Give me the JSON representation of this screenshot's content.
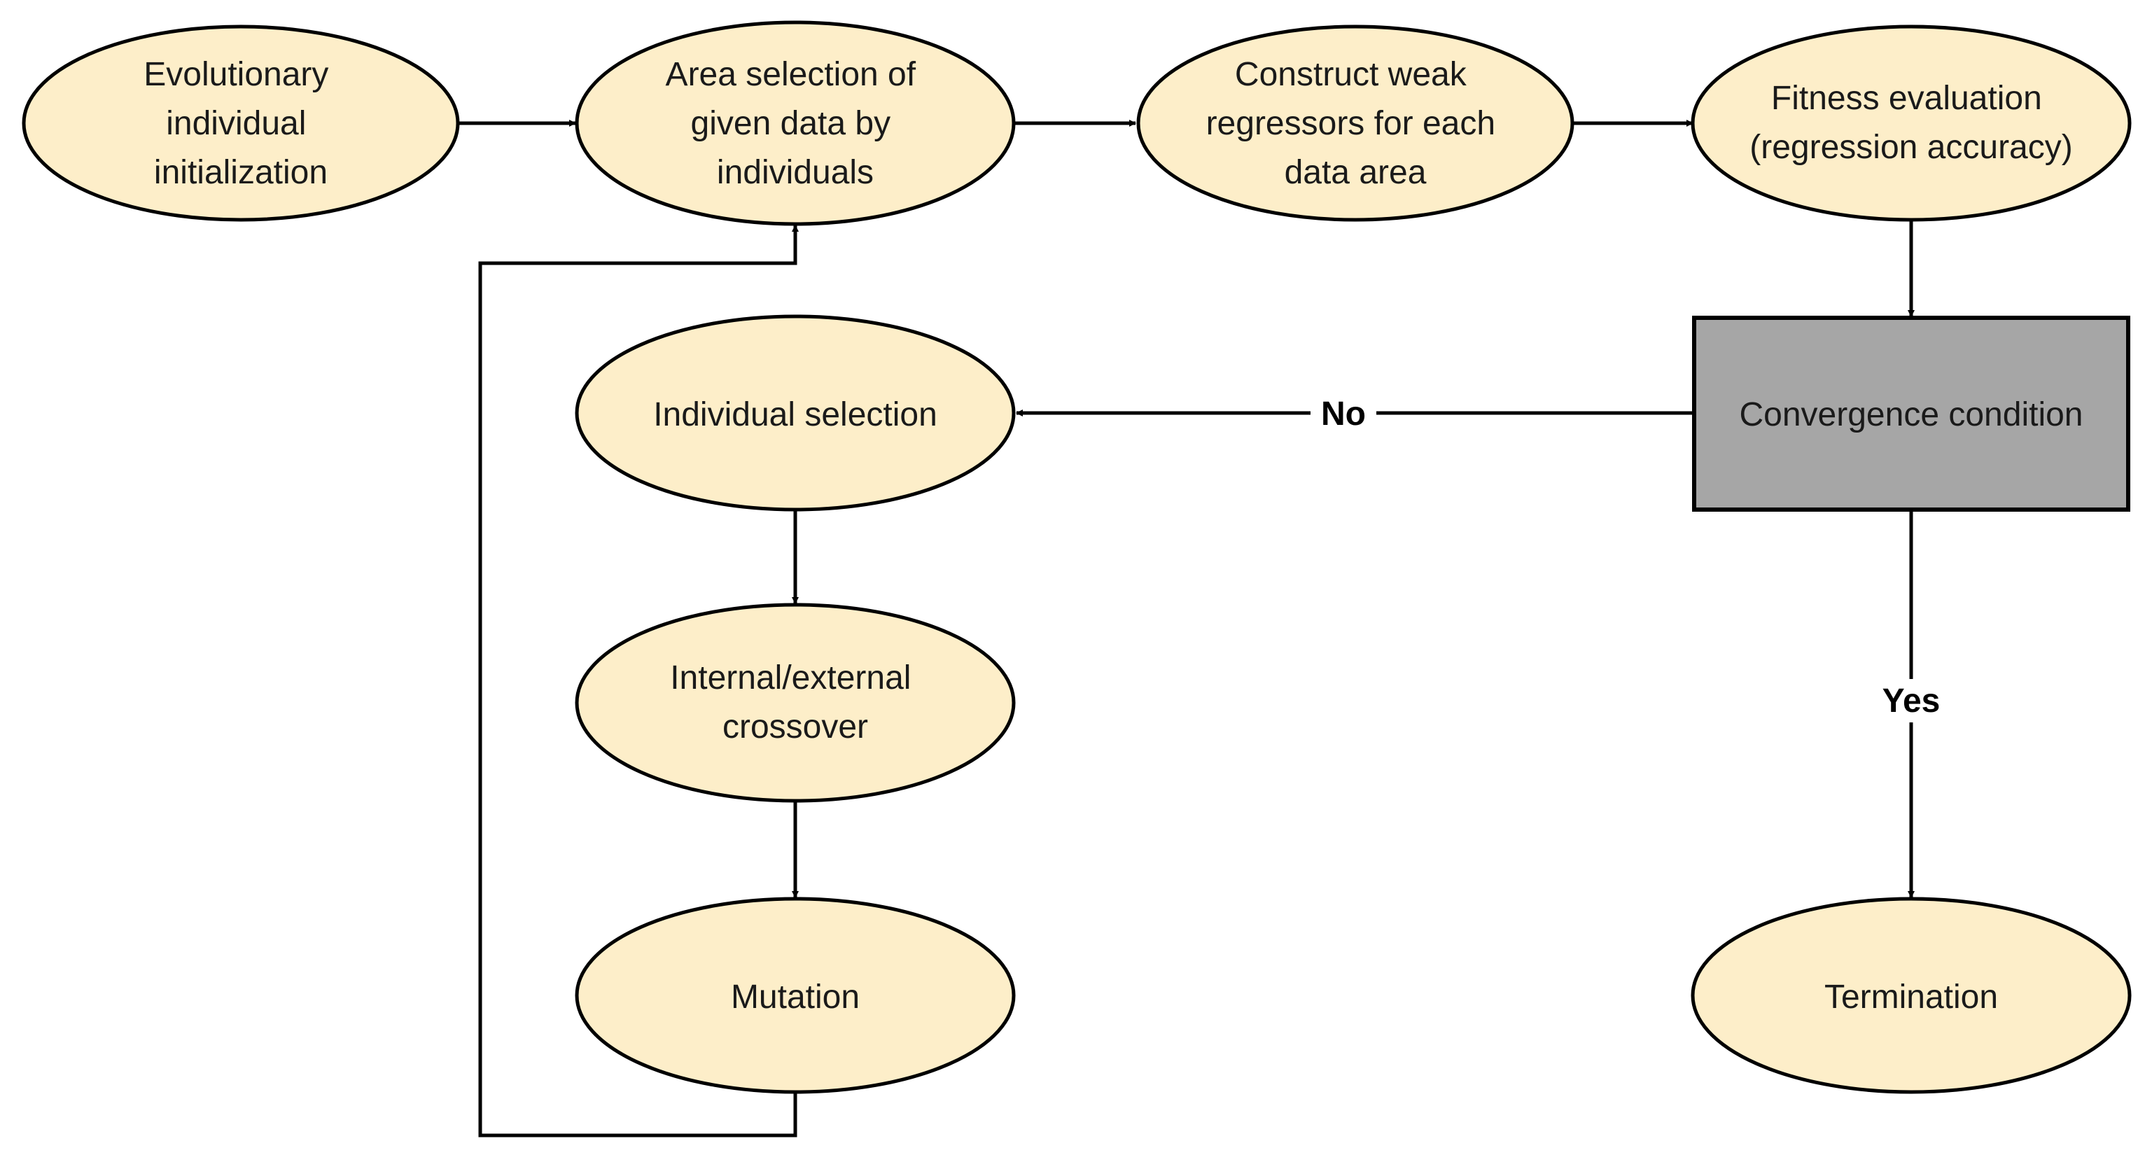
{
  "colors": {
    "ellipse_fill": "#fdeec9",
    "stroke": "#000000",
    "decision_fill": "#a6a6a6"
  },
  "nodes": {
    "init": [
      "Evolutionary",
      "individual",
      "initialization"
    ],
    "area": [
      "Area selection of",
      "given data by",
      "individuals"
    ],
    "construct": [
      "Construct weak",
      "regressors for each",
      "data area"
    ],
    "fitness": [
      "Fitness evaluation",
      "(regression accuracy)"
    ],
    "convergence": [
      "Convergence condition"
    ],
    "selection": [
      "Individual selection"
    ],
    "crossover": [
      "Internal/external",
      "crossover"
    ],
    "mutation": [
      "Mutation"
    ],
    "termination": [
      "Termination"
    ]
  },
  "edge_labels": {
    "no": "No",
    "yes": "Yes"
  }
}
